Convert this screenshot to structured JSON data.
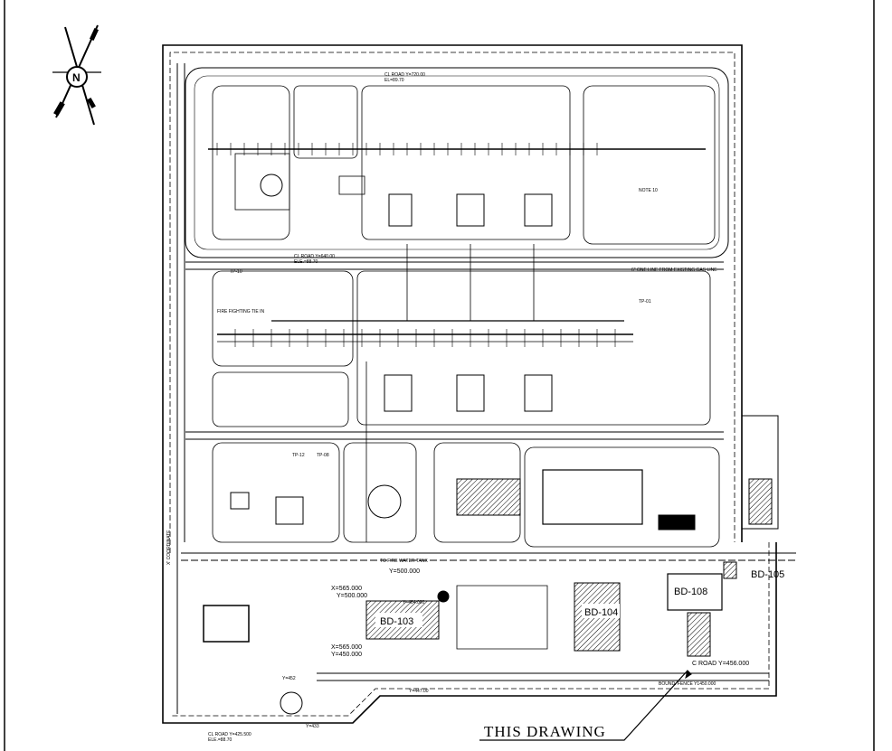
{
  "north_arrow": {
    "letter": "N"
  },
  "roads": {
    "north": "CL ROAD Y=720.00",
    "north_elev": "EL=89.70",
    "middle": "CL ROAD Y=640.00",
    "middle_elev": "ELE.=88.70",
    "south": "CL ROAD Y=425.500",
    "south_elev": "ELE.=88.70",
    "east": "C ROAD Y=456.000",
    "row": "Y=500.000"
  },
  "coordinates": {
    "a_x": "X=565.000",
    "a_y": "Y=500.000",
    "b_x": "X=565.000",
    "b_y": "Y=450.000",
    "y484": "Y=484.000",
    "y452": "Y=452",
    "y447": "Y=447.00",
    "y433": "Y=433"
  },
  "fence": "BOUND. FENCE Y1450.000",
  "buildings": [
    {
      "id": "bd103",
      "label": "BD-103"
    },
    {
      "id": "bd104",
      "label": "BD-104"
    },
    {
      "id": "bd105",
      "label": "BD-105"
    },
    {
      "id": "bd108",
      "label": "BD-108"
    }
  ],
  "callouts": {
    "pipe_note": "6\" ONE LINE FROM EXISTING GAS LINE",
    "fire_tie": "FIRE FIGHTING TIE IN",
    "to_tank": "TO FIRE WATER TANK",
    "note": "NOTE 10",
    "coordinate": "X' COORDINATE",
    "tp10": "TP-10",
    "tp01": "TP-01",
    "tp12": "TP-12",
    "tp08": "TP-08"
  },
  "this_drawing": "THIS DRAWING"
}
